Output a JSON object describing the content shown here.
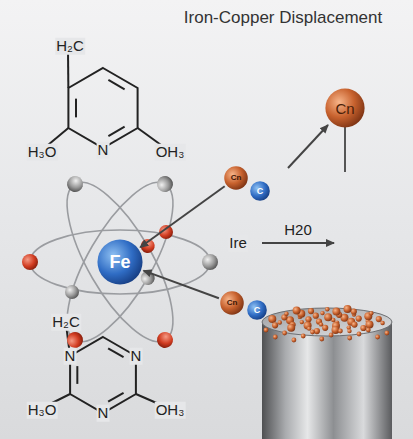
{
  "diagram": {
    "title": "Iron-Copper Displacement",
    "nodes": [
      {
        "text": [
          "Cn"
        ]
      },
      {
        "text": [
          "Cn"
        ]
      },
      {
        "text": [
          "C"
        ]
      },
      {
        "text": [
          "Fe"
        ]
      },
      {
        "text": [
          "Cn"
        ]
      },
      {
        "text": [
          "C"
        ]
      }
    ],
    "edges": [
      {
        "from": 1,
        "to": 3,
        "arrow": "to"
      },
      {
        "from": 4,
        "to": 3,
        "arrow": "to"
      }
    ],
    "labels": [
      "H₂C",
      "H₃O",
      "N",
      "OH₃",
      "Ire",
      "H20",
      "H₂C",
      "N",
      "N",
      "H₃O",
      "N",
      "OH₃"
    ]
  }
}
